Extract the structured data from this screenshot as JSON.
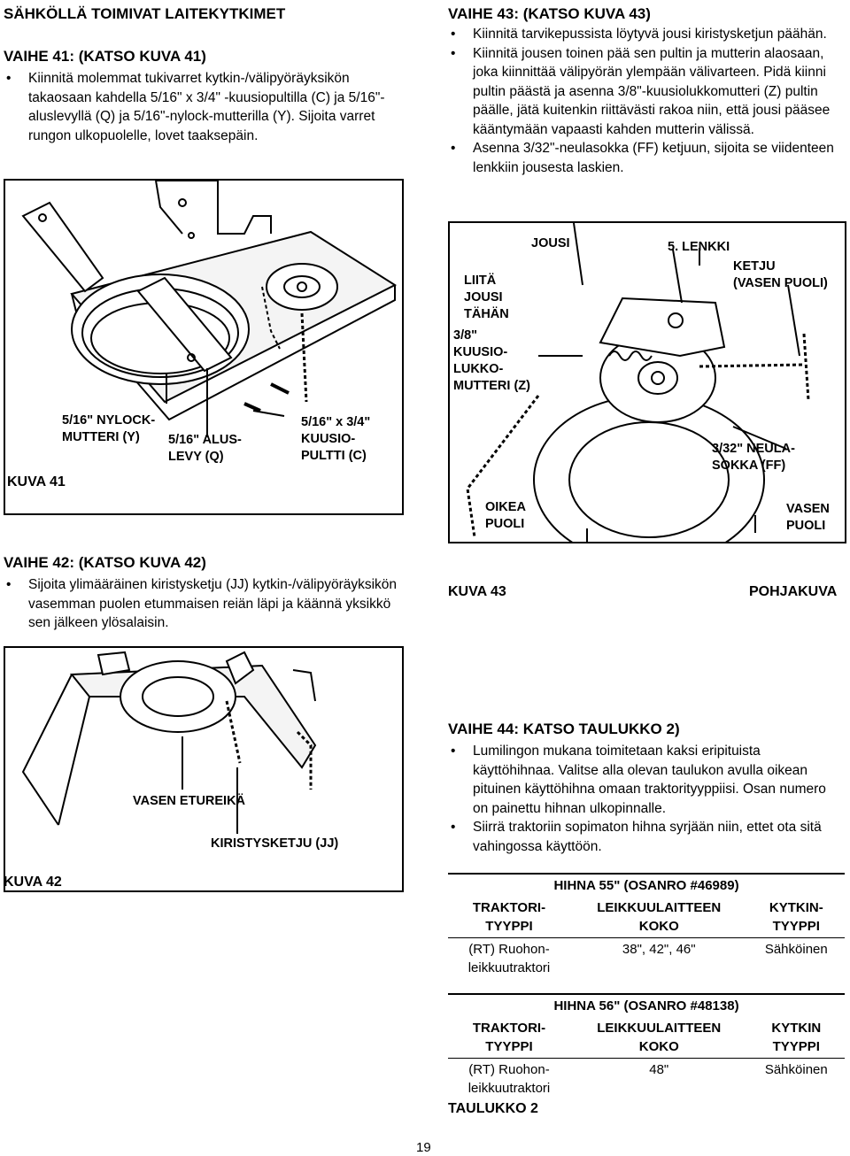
{
  "section_title": "SÄHKÖLLÄ TOIMIVAT LAITEKYTKIMET",
  "step41": {
    "heading": "VAIHE 41:  (KATSO KUVA 41)",
    "bullets": [
      "Kiinnitä molemmat tukivarret kytkin-/välipyöräyksikön takaosaan kahdella 5/16\" x 3/4\" -kuusiopultilla (C) ja 5/16\"-aluslevyllä (Q) ja 5/16\"-nylock-mutterilla (Y). Sijoita varret rungon ulkopuolelle, lovet taaksepäin."
    ]
  },
  "step43": {
    "heading": "VAIHE 43:  (KATSO KUVA 43)",
    "bullets": [
      "Kiinnitä tarvikepussista löytyvä jousi kiristysketjun päähän.",
      "Kiinnitä jousen toinen pää sen pultin ja mutterin alaosaan, joka kiinnittää välipyörän ylempään välivarteen. Pidä kiinni pultin päästä ja asenna 3/8\"-kuusiolukkomutteri (Z) pultin päälle, jätä kuitenkin riittävästi rakoa niin, että jousi pääsee kääntymään vapaasti kahden mutterin välissä.",
      "Asenna 3/32\"-neulasokka (FF) ketjuun, sijoita se viidenteen lenkkiin jousesta laskien."
    ]
  },
  "fig41": {
    "caption": "KUVA 41",
    "labels": {
      "nylock": "5/16\" NYLOCK-\nMUTTERI (Y)",
      "washer": "5/16\" ALUS-\nLEVY (Q)",
      "bolt": "5/16\" x 3/4\"\nKUUSIO-\nPULTTI (C)"
    }
  },
  "fig43": {
    "caption": "KUVA 43",
    "view": "POHJAKUVA",
    "labels": {
      "spring": "JOUSI",
      "link5": "5. LENKKI",
      "chain_left": "KETJU\n(VASEN PUOLI)",
      "attach_spring": "LIITÄ\nJOUSI\nTÄHÄN",
      "locknut": "3/8\"\nKUUSIO-\nLUKKO-\nMUTTERI (Z)",
      "cotter": "3/32\" NEULA-\nSOKKA (FF)",
      "right_side": "OIKEA\nPUOLI",
      "left_side": "VASEN\nPUOLI"
    }
  },
  "step42": {
    "heading": "VAIHE 42:  (KATSO KUVA 42)",
    "bullets": [
      "Sijoita ylimääräinen kiristysketju (JJ) kytkin-/välipyöräyksikön vasemman puolen etummaisen reiän läpi ja käännä yksikkö sen jälkeen ylösalaisin."
    ]
  },
  "fig42": {
    "caption": "KUVA 42",
    "labels": {
      "front_hole": "VASEN ETUREIKÄ",
      "chain": "KIRISTYSKETJU (JJ)"
    }
  },
  "step44": {
    "heading": "VAIHE 44: KATSO TAULUKKO 2)",
    "bullets": [
      "Lumilingon mukana toimitetaan kaksi eripituista käyttöhihnaa. Valitse alla olevan taulukon avulla oikean pituinen käyttöhihna omaan traktorityyppiisi. Osan numero on painettu hihnan ulkopinnalle.",
      "Siirrä traktoriin sopimaton hihna syrjään niin, ettet ota sitä vahingossa käyttöön."
    ]
  },
  "table1": {
    "title": "HIHNA 55\" (OSANRO #46989)",
    "columns": [
      "TRAKTORI-\nTYYPPI",
      "LEIKKUULAITTEEN\nKOKO",
      "KYTKIN-\nTYYPPI"
    ],
    "row": [
      "(RT) Ruohon-\nleikkuutraktori",
      "38\", 42\", 46\"",
      "Sähköinen"
    ]
  },
  "table2": {
    "title": "HIHNA 56\" (OSANRO #48138)",
    "columns": [
      "TRAKTORI-\nTYYPPI",
      "LEIKKUULAITTEEN\nKOKO",
      "KYTKIN\nTYYPPI"
    ],
    "row": [
      "(RT) Ruohon-\nleikkuutraktori",
      "48\"",
      "Sähköinen"
    ]
  },
  "table_caption": "TAULUKKO 2",
  "page_number": "19"
}
